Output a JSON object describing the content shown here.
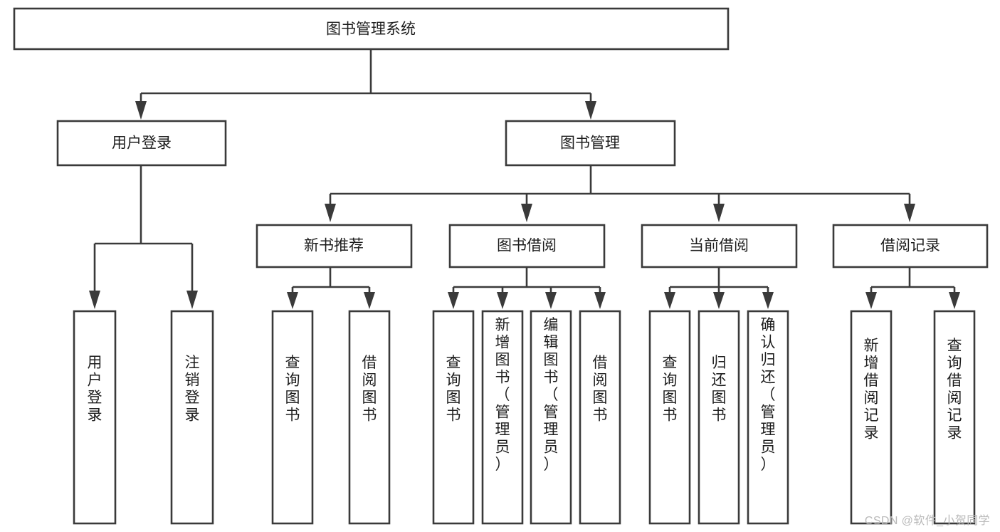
{
  "diagram": {
    "title": "图书管理系统",
    "type": "tree-hierarchy",
    "orientation": "top-down",
    "colors": {
      "box_stroke": "#3a3a3a",
      "box_fill": "#ffffff",
      "connector": "#3a3a3a",
      "text": "#1d1d1d",
      "background": "#ffffff",
      "watermark": "#b9b9b9"
    },
    "levels": {
      "root": [
        "图书管理系统"
      ],
      "level2": [
        "用户登录",
        "图书管理"
      ],
      "level3": [
        "新书推荐",
        "图书借阅",
        "当前借阅",
        "借阅记录"
      ],
      "leaves": [
        "用户登录",
        "注销登录",
        "查询图书",
        "借阅图书",
        "查询图书",
        "新增图书（管理员）",
        "编辑图书（管理员）",
        "借阅图书",
        "查询图书",
        "归还图书",
        "确认归还（管理员）",
        "新增借阅记录",
        "查询借阅记录"
      ]
    },
    "nodes": {
      "root": {
        "label": "图书管理系统"
      },
      "user_login": {
        "label": "用户登录"
      },
      "book_manage": {
        "label": "图书管理"
      },
      "new_book_rec": {
        "label": "新书推荐"
      },
      "book_borrow": {
        "label": "图书借阅"
      },
      "current_borrow": {
        "label": "当前借阅"
      },
      "borrow_record": {
        "label": "借阅记录"
      },
      "leaf_user_login": {
        "label": "用户登录"
      },
      "leaf_logout": {
        "label": "注销登录"
      },
      "leaf_query_book_1": {
        "label": "查询图书"
      },
      "leaf_borrow_book_1": {
        "label": "借阅图书"
      },
      "leaf_query_book_2": {
        "label": "查询图书"
      },
      "leaf_add_book": {
        "label": "新增图书（管理员）"
      },
      "leaf_edit_book": {
        "label": "编辑图书（管理员）"
      },
      "leaf_borrow_book_2": {
        "label": "借阅图书"
      },
      "leaf_query_book_3": {
        "label": "查询图书"
      },
      "leaf_return_book": {
        "label": "归还图书"
      },
      "leaf_confirm_return": {
        "label": "确认归还（管理员）"
      },
      "leaf_add_record": {
        "label": "新增借阅记录"
      },
      "leaf_query_record": {
        "label": "查询借阅记录"
      }
    }
  },
  "watermark": {
    "text": "CSDN @软件_小贺同学"
  }
}
